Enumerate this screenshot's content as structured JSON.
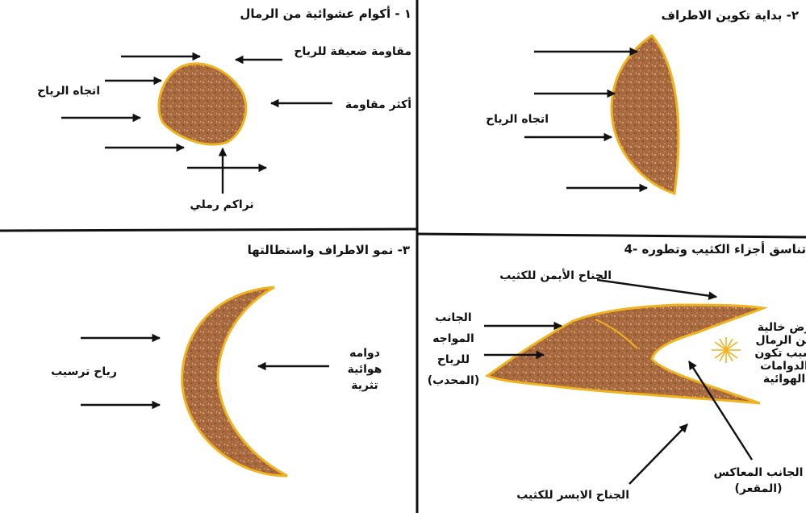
{
  "colors": {
    "sand_fill": "#a8693e",
    "sand_speckle": "#d8b48c",
    "outline": "#f0b21e",
    "divider": "#111111"
  },
  "panels": {
    "p1": {
      "title": "١ - أكوام عشوائية من الرمال",
      "weak_resistance": "مقاومة ضعيفة للرياح",
      "wind_direction": "اتجاه الرياح",
      "most_resistance": "أكثر مقاومة",
      "sand_accumulation": "تراكم رملي"
    },
    "p2": {
      "title": "٢- بداية تكوين الاطراف",
      "wind_direction": "اتجاه الرياح"
    },
    "p3": {
      "title": "٣- نمو الاطراف واستطالتها",
      "deposition_winds": "رياح ترسيب",
      "eddy_l1": "دوامه",
      "eddy_l2": "هوائية",
      "eddy_l3": "تثرية"
    },
    "p4": {
      "title": "4- تناسق أجزاء الكثيب وتطوره",
      "right_wing": "الجناح الأيمن للكثيب",
      "windward_l1": "الجانب",
      "windward_l2": "المواجه",
      "windward_l3": "للرياح",
      "windward_l4": "(المحدب)",
      "left_wing": "الجناح الايسر للكثيب",
      "leeward_l1": "الجانب المعاكس",
      "leeward_l2": "(المقعر)",
      "eddy_l1": "رض خالية",
      "eddy_l2": "من الرمال",
      "eddy_l3": "سبب تكون",
      "eddy_l4": "الدوامات",
      "eddy_l5": "الهوائية"
    }
  }
}
